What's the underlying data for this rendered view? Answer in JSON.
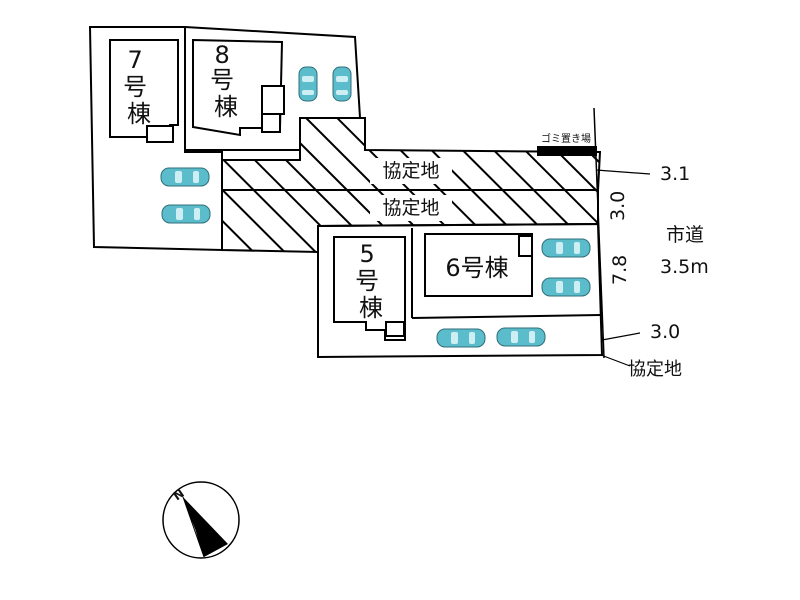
{
  "buildings": {
    "b7": "7\n号\n棟",
    "b8": "8\n号\n棟",
    "b5": "5\n号\n棟",
    "b6": "6号棟"
  },
  "labels": {
    "kyotei_upper": "協定地",
    "kyotei_lower": "協定地",
    "kyotei_bottom": "協定地",
    "gomi": "ゴミ置き場",
    "road_name": "市道",
    "road_width": "3.5m",
    "dim_top": "3.1",
    "dim_mid": "3.0",
    "dim_right_vertical": "7.8",
    "dim_bottom": "3.0"
  },
  "compass": {
    "north_label": "N"
  },
  "colors": {
    "car": "#5bbccb",
    "line": "#000000",
    "hatch": "#000000"
  }
}
